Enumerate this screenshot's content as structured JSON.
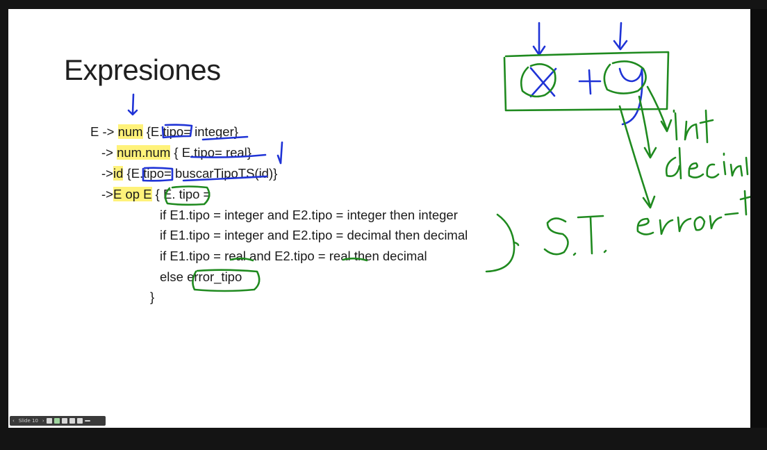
{
  "slide": {
    "title": "Expresiones",
    "grammar": [
      {
        "prefix": "E -> ",
        "highlight": "num",
        "rest": " {E.tipo= integer}"
      },
      {
        "prefix": "-> ",
        "highlight": "num.num",
        "rest": " { E.tipo= real}"
      },
      {
        "prefix": "->",
        "highlight": "id",
        "rest": " {E.tipo= buscarTipoTS(id)}"
      },
      {
        "prefix": "->",
        "highlight": "E op E",
        "rest": " { E. tipo ="
      }
    ],
    "conditions": [
      "if E1.tipo = integer and E2.tipo = integer then integer",
      "if E1.tipo = integer and E2.tipo = decimal then decimal",
      "if E1.tipo = real and E2.tipo = real then decimal",
      "else error_tipo",
      "}"
    ]
  },
  "annotations": {
    "st_label": "S.T.",
    "expr": {
      "left": "x",
      "op": "+",
      "right": "y"
    },
    "types": [
      "int",
      "decimal",
      "error_tipo"
    ],
    "pen_colors": {
      "blue": "#1f33d6",
      "green": "#1f8a1f"
    }
  },
  "toolbar": {
    "prev": "‹",
    "next": "›",
    "label": "Slide 10",
    "icons": [
      "grid-icon",
      "pen-icon",
      "slides-icon",
      "monitor-icon",
      "zoom-icon",
      "more-icon"
    ]
  }
}
